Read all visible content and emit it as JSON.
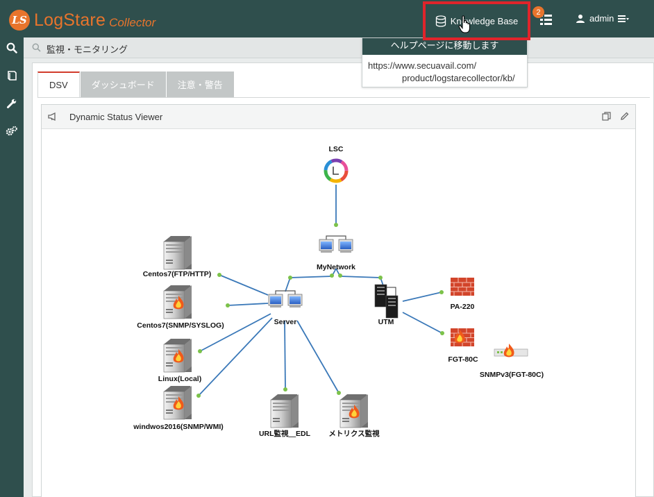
{
  "app": {
    "logo_mark": "LS",
    "brand": "LogStare",
    "product": "Collector"
  },
  "header": {
    "kb_label": "Knowledge Base",
    "notif_count": "2",
    "user_name": "admin"
  },
  "tooltip": {
    "title": "ヘルプページに移動します",
    "line1": "https://www.secuavail.com/",
    "line2": "product/logstarecollector/kb/"
  },
  "sidebar": {
    "items": [
      "search-icon",
      "book-icon",
      "wrench-icon",
      "gears-icon"
    ]
  },
  "breadcrumb": {
    "text": "監視・モニタリング"
  },
  "tabs": [
    {
      "label": "DSV",
      "active": true
    },
    {
      "label": "ダッシュボード",
      "active": false
    },
    {
      "label": "注意・警告",
      "active": false
    }
  ],
  "panel": {
    "title": "Dynamic Status Viewer"
  },
  "nodes": [
    {
      "id": "lsc",
      "label": "LSC",
      "icon": "clock-ring-icon"
    },
    {
      "id": "mynetwork",
      "label": "MyNetwork",
      "icon": "network-hub-icon"
    },
    {
      "id": "server",
      "label": "Server",
      "icon": "network-hub-icon"
    },
    {
      "id": "utm",
      "label": "UTM",
      "icon": "server-rack-icon"
    },
    {
      "id": "pa220",
      "label": "PA-220",
      "icon": "firewall-icon"
    },
    {
      "id": "fgt80c",
      "label": "FGT-80C",
      "icon": "firewall-alert-icon"
    },
    {
      "id": "snmpv3",
      "label": "SNMPv3(FGT-80C)",
      "icon": "appliance-alert-icon"
    },
    {
      "id": "centos_ftp",
      "label": "Centos7(FTP/HTTP)",
      "icon": "server-icon"
    },
    {
      "id": "centos_snmp",
      "label": "Centos7(SNMP/SYSLOG)",
      "icon": "server-alert-icon"
    },
    {
      "id": "linux",
      "label": "Linux(Local)",
      "icon": "server-alert-icon"
    },
    {
      "id": "windows",
      "label": "windwos2016(SNMP/WMI)",
      "icon": "server-alert-icon"
    },
    {
      "id": "url",
      "label": "URL監視＿EDL",
      "icon": "server-icon"
    },
    {
      "id": "metrics",
      "label": "メトリクス監視",
      "icon": "server-alert-icon"
    }
  ],
  "colors": {
    "header_bg": "#2f4f4d",
    "brand": "#e8742c",
    "highlight": "#e0242b",
    "link": "#3a78b8",
    "endpoint": "#7cc24a"
  }
}
